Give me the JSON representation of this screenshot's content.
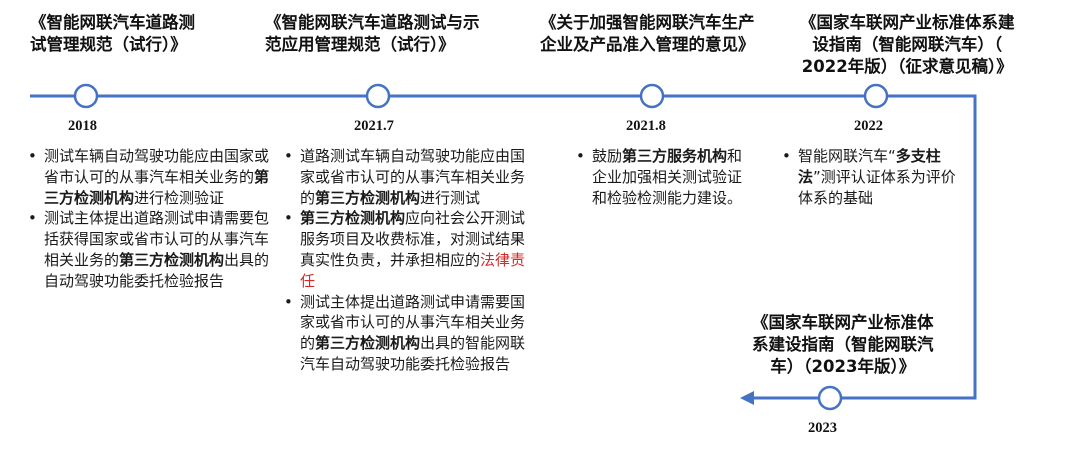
{
  "colors": {
    "line": "#4472c4",
    "node_fill": "#ffffff",
    "highlight_red": "#d42a2a"
  },
  "milestones": [
    {
      "year": "2018",
      "title": "《智能网联汽车道路测\n试管理规范（试行）》",
      "bullets": [
        [
          {
            "t": "测试车辆自动驾驶功能应由国家或省市认可的从事汽车相关业务的"
          },
          {
            "t": "第三方检测机构",
            "b": true
          },
          {
            "t": "进行检测验证"
          }
        ],
        [
          {
            "t": "测试主体提出道路测试申请需要包括获得国家或省市认可的从事汽车相关业务的"
          },
          {
            "t": "第三方检测机构",
            "b": true
          },
          {
            "t": "出具的自动驾驶功能委托检验报告"
          }
        ]
      ]
    },
    {
      "year": "2021.7",
      "title": "《智能网联汽车道路测试与示\n范应用管理规范（试行）》",
      "bullets": [
        [
          {
            "t": "道路测试车辆自动驾驶功能应由国家或省市认可的从事汽车相关业务的"
          },
          {
            "t": "第三方检测机构",
            "b": true
          },
          {
            "t": "进行测试"
          }
        ],
        [
          {
            "t": "第三方检测机构",
            "b": true
          },
          {
            "t": "应向社会公开测试服务项目及收费标准，对测试结果真实性负责，并承担相应的"
          },
          {
            "t": "法律责任",
            "r": true
          }
        ],
        [
          {
            "t": "测试主体提出道路测试申请需要国家或省市认可的从事汽车相关业务的"
          },
          {
            "t": "第三方检测机构",
            "b": true
          },
          {
            "t": "出具的智能网联汽车自动驾驶功能委托检验报告"
          }
        ]
      ]
    },
    {
      "year": "2021.8",
      "title": "《关于加强智能网联汽车生产\n企业及产品准入管理的意见》",
      "bullets": [
        [
          {
            "t": "鼓励"
          },
          {
            "t": "第三方服务机构",
            "b": true
          },
          {
            "t": "和企业加强相关测试验证和检验检测能力建设。"
          }
        ]
      ]
    },
    {
      "year": "2022",
      "title": "《国家车联网产业标准体系建\n设指南（智能网联汽车）（\n2022年版）（征求意见稿）》",
      "bullets": [
        [
          {
            "t": "智能网联汽车“"
          },
          {
            "t": "多支柱法",
            "b": true
          },
          {
            "t": "”测评认证体系为评价体系的基础"
          }
        ]
      ]
    },
    {
      "year": "2023",
      "title": "《国家车联网产业标准体\n系建设指南（智能网联汽\n车）（2023年版）》",
      "bullets": []
    }
  ]
}
